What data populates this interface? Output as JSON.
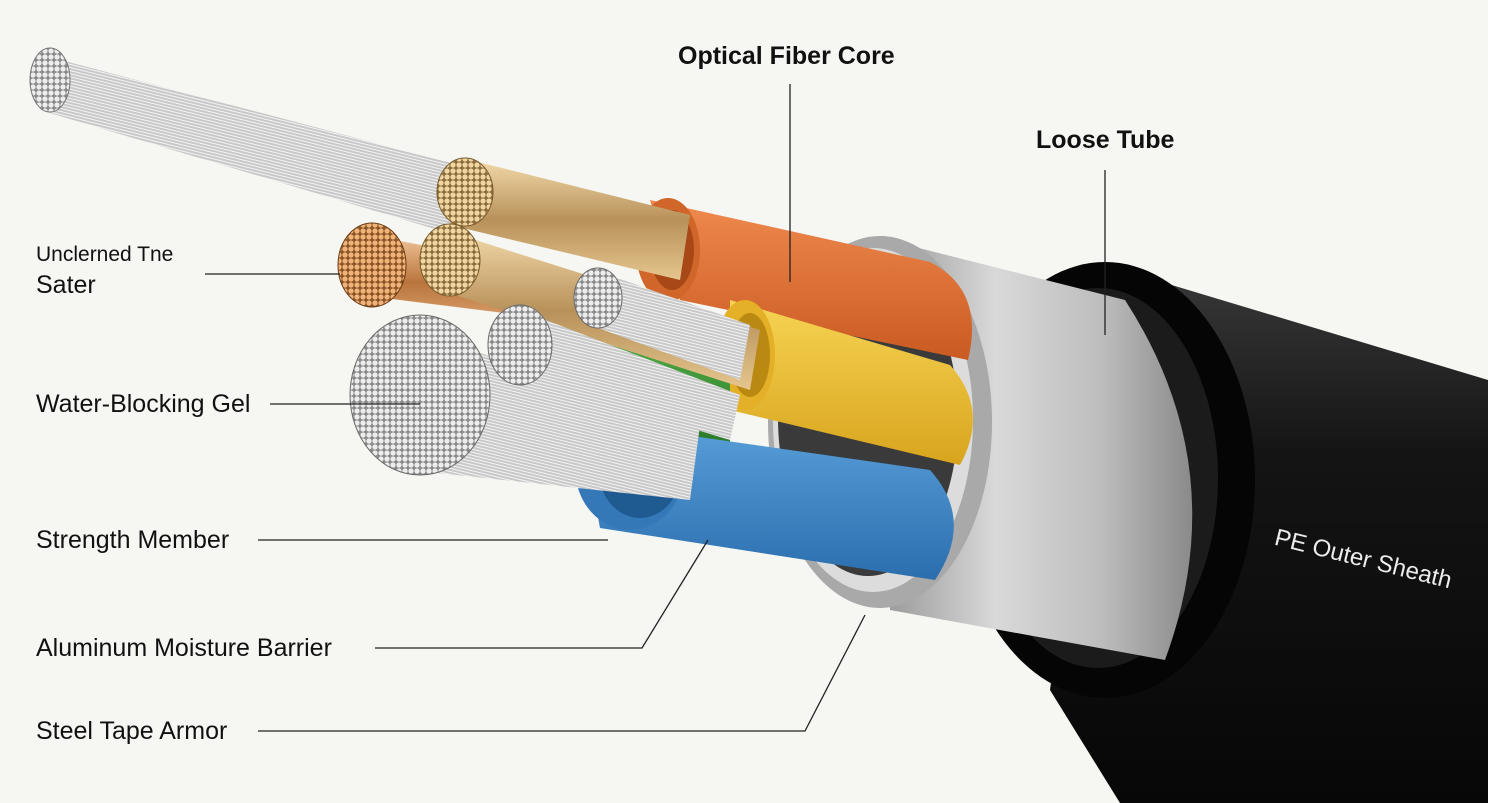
{
  "labels": {
    "optical_fiber_core": "Optical Fiber Core",
    "loose_tube": "Loose Tube",
    "unclear_line1": "Unclerned Tne",
    "unclear_line2": "Sater",
    "water_blocking_gel": "Water-Blocking Gel",
    "strength_member": "Strength Member",
    "aluminum_moisture_barrier": "Aluminum Moisture Barrier",
    "steel_tape_armor": "Steel Tape Armor",
    "pe_outer_sheath": "PE Outer Sheath"
  },
  "colors": {
    "background": "#f6f6f3",
    "outer_sheath": "#171717",
    "aluminum": "#c2c2c2",
    "tube_orange": "#e8773c",
    "tube_yellow": "#f0c23a",
    "tube_green": "#3f9a3a",
    "tube_blue": "#3f86c8",
    "fiber_silver": "#c9c9c9",
    "fiber_copper": "#d99a64",
    "fiber_gold": "#d7b274"
  }
}
